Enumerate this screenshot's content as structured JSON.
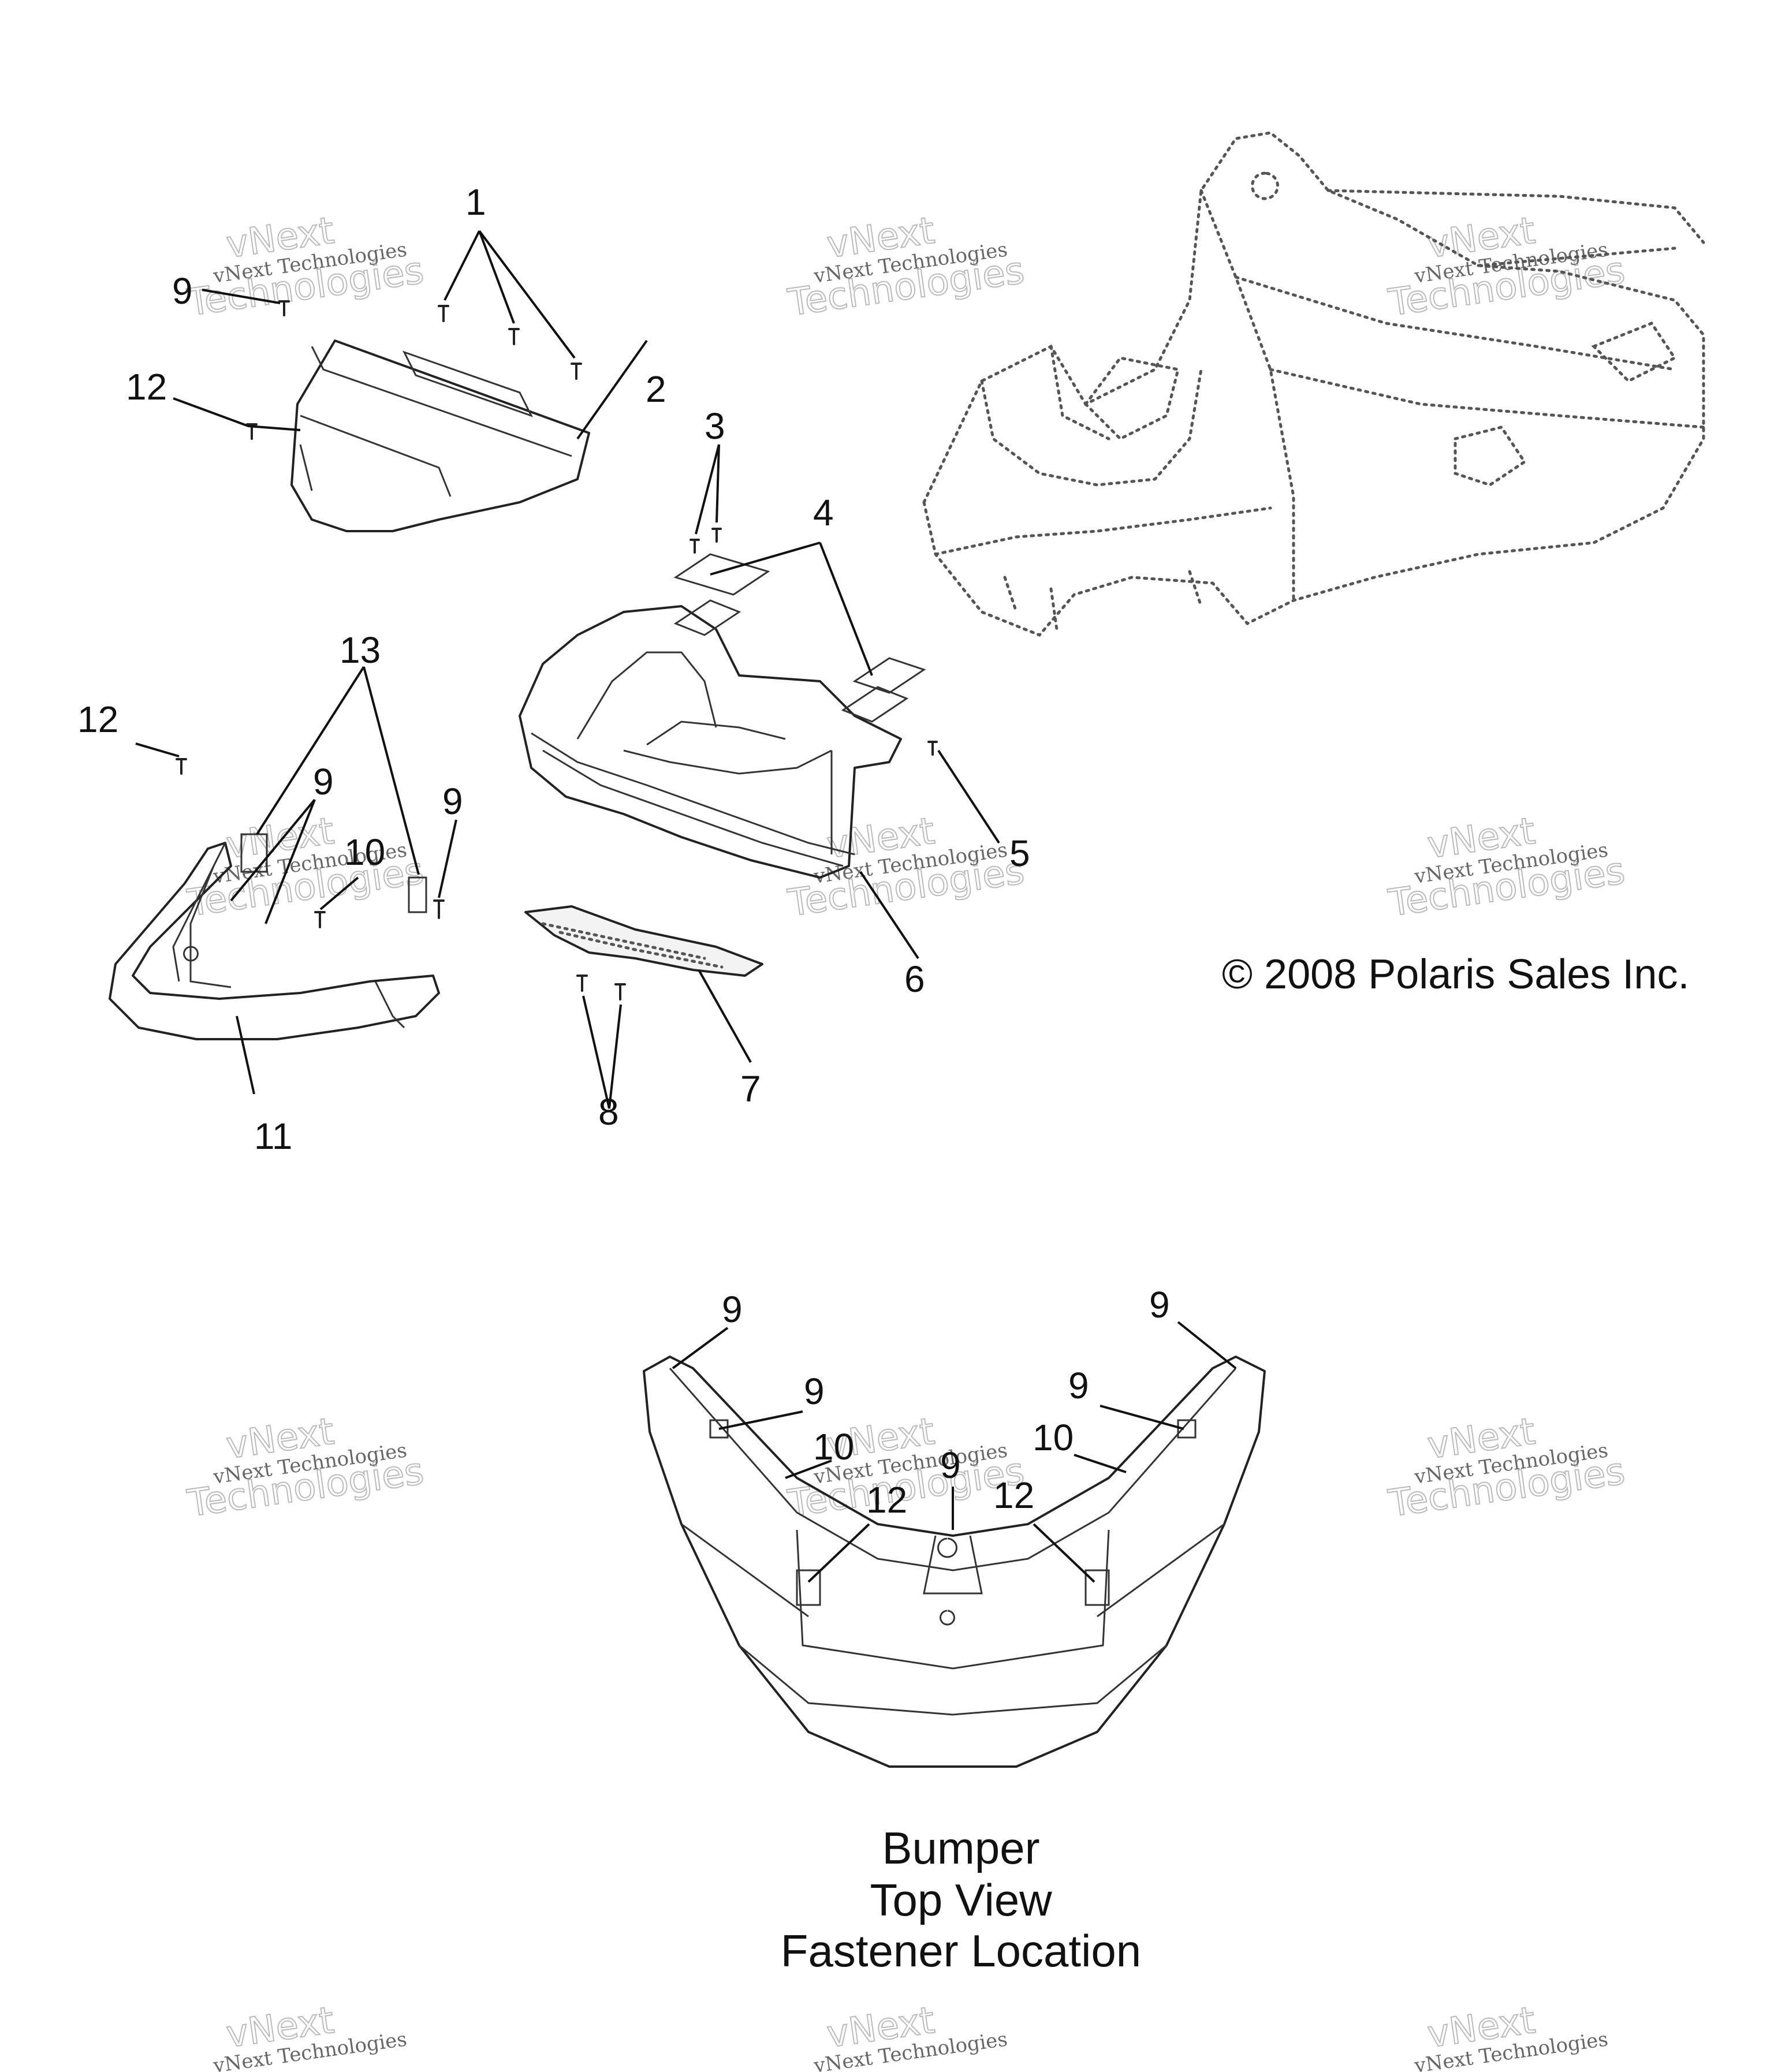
{
  "callouts": {
    "c1": "1",
    "c2": "2",
    "c3": "3",
    "c4": "4",
    "c5": "5",
    "c6": "6",
    "c7": "7",
    "c8": "8",
    "c9a": "9",
    "c9b": "9",
    "c9c": "9",
    "c10a": "10",
    "c11": "11",
    "c12a": "12",
    "c12b": "12",
    "c13": "13",
    "t9a": "9",
    "t9b": "9",
    "t9c": "9",
    "t9d": "9",
    "t9e": "9",
    "t10a": "10",
    "t10b": "10",
    "t12a": "12",
    "t12b": "12"
  },
  "copyright": "© 2008 Polaris Sales Inc.",
  "caption": {
    "line1": "Bumper",
    "line2": "Top View",
    "line3": "Fastener Location"
  },
  "watermark": {
    "line1": "vNext Technologies",
    "line2": "Technologies",
    "line3": "vNext"
  }
}
